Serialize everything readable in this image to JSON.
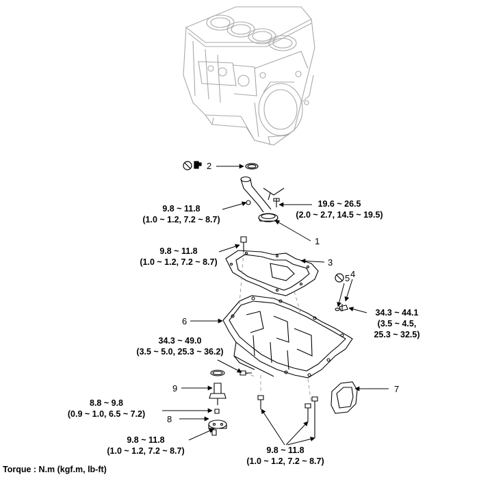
{
  "callouts": {
    "c1": "1",
    "c2": "2",
    "c3": "3",
    "c4": "4",
    "c5": "5",
    "c6": "6",
    "c7": "7",
    "c8": "8",
    "c9": "9"
  },
  "torques": {
    "t_left_pipe_nm": "9.8 ~ 11.8",
    "t_left_pipe_alt": "(1.0 ~ 1.2, 7.2 ~ 8.7)",
    "t_right_pipe_nm": "19.6 ~ 26.5",
    "t_right_pipe_alt": "(2.0 ~ 2.7, 14.5 ~ 19.5)",
    "t_gasket_nm": "9.8 ~ 11.8",
    "t_gasket_alt": "(1.0 ~ 1.2, 7.2 ~ 8.7)",
    "t_drain_nm": "34.3 ~ 44.1",
    "t_drain_alt1": "(3.5 ~ 4.5,",
    "t_drain_alt2": "25.3 ~ 32.5)",
    "t_pan_nm": "34.3 ~ 49.0",
    "t_pan_alt": "(3.5 ~ 5.0, 25.3 ~ 36.2)",
    "t_sensor_nm": "8.8 ~ 9.8",
    "t_sensor_alt": "(0.9 ~ 1.0, 6.5 ~ 7.2)",
    "t_sensor2_nm": "9.8 ~ 11.8",
    "t_sensor2_alt": "(1.0 ~ 1.2, 7.2 ~ 8.7)",
    "t_bottom_nm": "9.8 ~ 11.8",
    "t_bottom_alt": "(1.0 ~ 1.2, 7.2 ~ 8.7)"
  },
  "footer": "Torque : N.m (kgf.m, lb-ft)",
  "icons": [
    "no-reuse-icon",
    "engine-block-drawing",
    "oil-pan-drawing"
  ]
}
